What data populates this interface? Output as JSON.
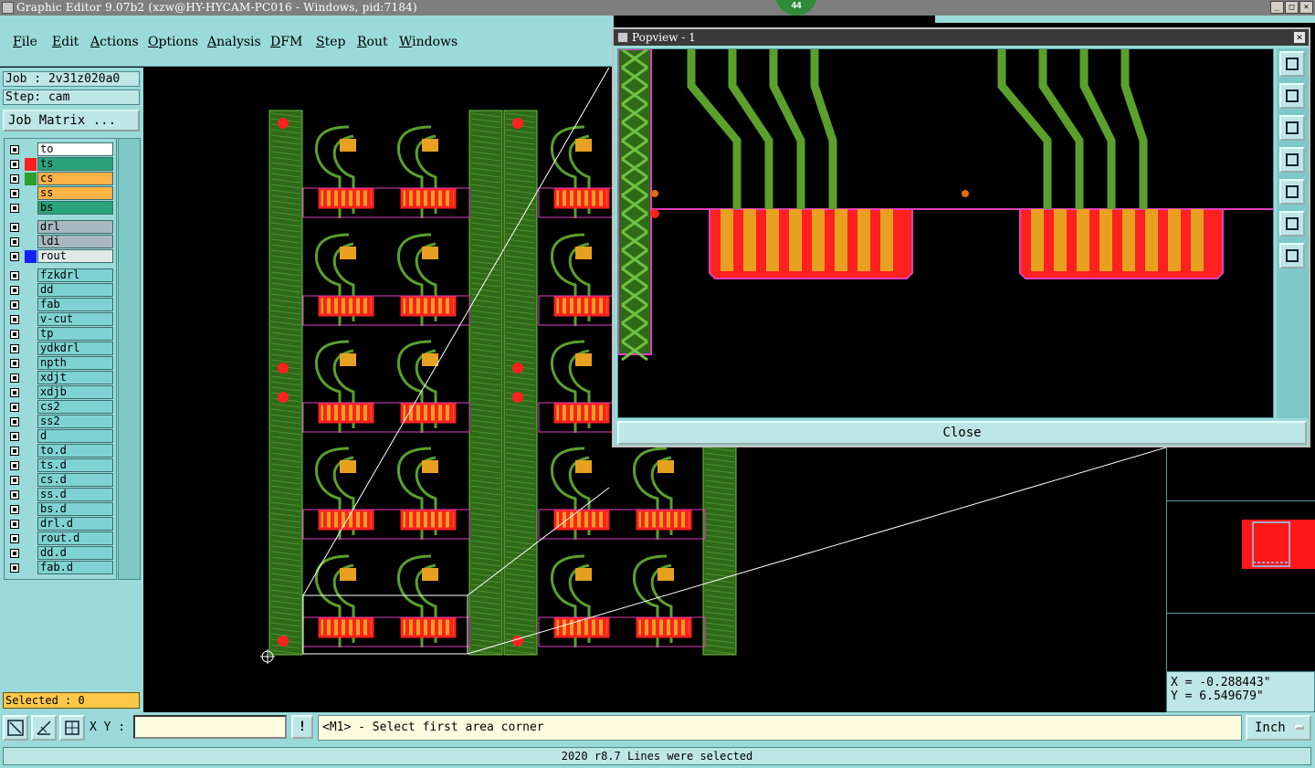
{
  "window": {
    "title": "Graphic Editor 9.07b2 (xzw@HY-HYCAM-PC016 - Windows, pid:7184)",
    "badge": "44",
    "buttons": {
      "minimize": "_",
      "maximize": "□",
      "close": "✕"
    }
  },
  "menu": [
    "File",
    "Edit",
    "Actions",
    "Options",
    "Analysis",
    "DFM",
    "Step",
    "Rout",
    "Windows"
  ],
  "job": {
    "label": "Job : 2v31z020a0",
    "step": "Step: cam",
    "matrix_button": "Job Matrix ..."
  },
  "layers": {
    "group1": [
      {
        "name": "to",
        "color": "#ffffff",
        "swatch": "#9adada"
      },
      {
        "name": "ts",
        "color": "#2aa37a",
        "swatch": "#ff2020"
      },
      {
        "name": "cs",
        "color": "#ffb347",
        "swatch": "#2aa02a"
      },
      {
        "name": "ss",
        "color": "#ffb347",
        "swatch": "#9adada"
      },
      {
        "name": "bs",
        "color": "#2aa37a",
        "swatch": "#9adada"
      }
    ],
    "group2": [
      {
        "name": "drl",
        "color": "#a8b8c0",
        "swatch": "#9adada"
      },
      {
        "name": "ldi",
        "color": "#a8b8c0",
        "swatch": "#9adada"
      },
      {
        "name": "rout",
        "color": "#e0e8e8",
        "swatch": "#1020ff"
      }
    ],
    "group3": [
      "fzkdrl",
      "dd",
      "fab",
      "v-cut",
      "tp",
      "ydkdrl",
      "npth",
      "xdjt",
      "xdjb",
      "cs2",
      "ss2",
      "d",
      "to.d",
      "ts.d",
      "cs.d",
      "ss.d",
      "bs.d",
      "drl.d",
      "rout.d",
      "dd.d",
      "fab.d"
    ]
  },
  "selected_label": "Selected : 0",
  "popview": {
    "title": "Popview - 1",
    "close_button": "Close"
  },
  "coords": {
    "x": "X = -0.288443\"",
    "y": "Y = 6.549679\""
  },
  "bottom": {
    "xy_label": "X Y :",
    "xy_value": "",
    "excl": "!",
    "prompt": "<M1> - Select first area corner",
    "unit": "Inch"
  },
  "status": "2020 r8.7 Lines were selected",
  "colors": {
    "panel": "#9adada",
    "copper": "#5aa02a",
    "pad": "#ff2020",
    "finger": "#e8a020",
    "outline": "#e040c0"
  }
}
